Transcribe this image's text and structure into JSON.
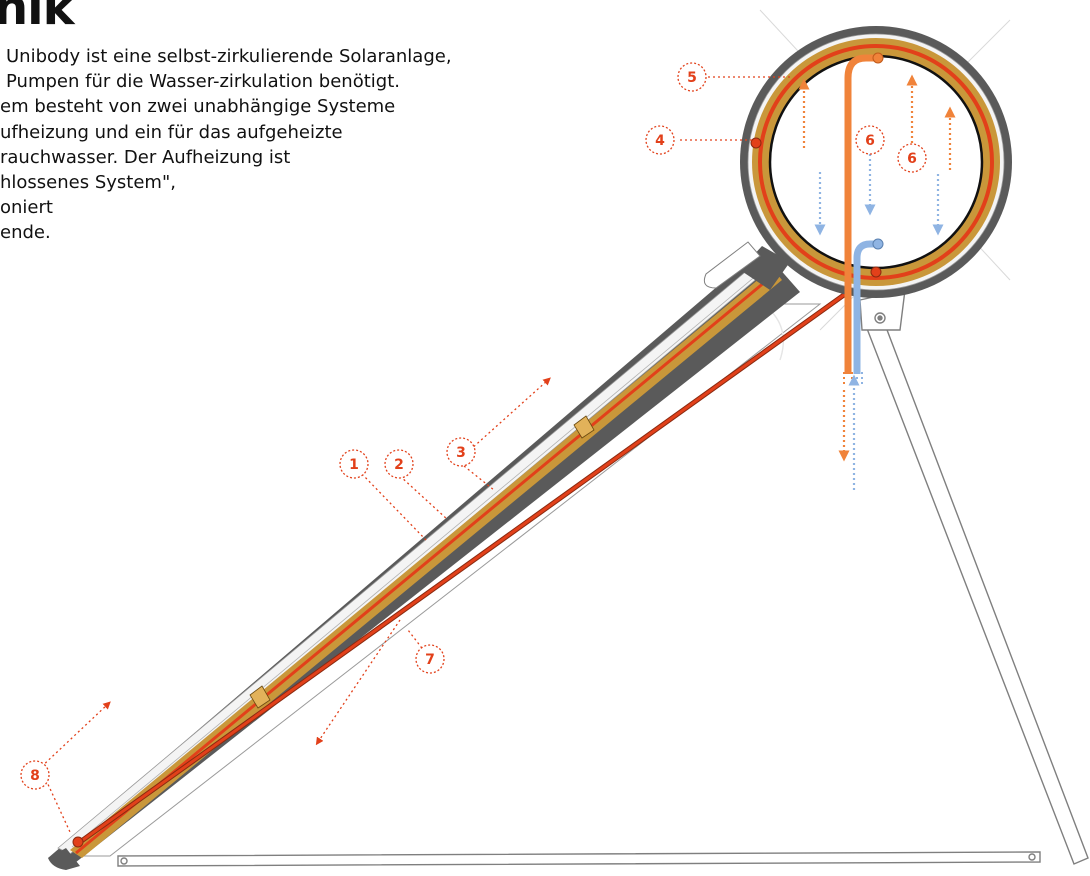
{
  "header": {
    "title": "nik"
  },
  "intro": {
    "lines": [
      "Unibody ist eine selbst-zirkulierende Solaranlage,",
      "Pumpen für die Wasser-zirkulation benötigt.",
      "em besteht von zwei unabhängige Systeme",
      "ufheizung und ein für das aufgeheizte",
      "rauchwasser. Der Aufheizung ist",
      "hlossenes System\",",
      "oniert",
      "ende."
    ]
  },
  "diagram": {
    "colors": {
      "accent": "#e2401a",
      "hot": "#f0833a",
      "cold": "#8fb4e3",
      "insulation": "#c9973a",
      "casing": "#5c5c5c",
      "frame": "#8a8a8a"
    },
    "callouts": [
      {
        "id": "1",
        "label": "1"
      },
      {
        "id": "2",
        "label": "2"
      },
      {
        "id": "3",
        "label": "3"
      },
      {
        "id": "4",
        "label": "4"
      },
      {
        "id": "5",
        "label": "5"
      },
      {
        "id": "6a",
        "label": "6"
      },
      {
        "id": "6b",
        "label": "6"
      },
      {
        "id": "7",
        "label": "7"
      },
      {
        "id": "8",
        "label": "8"
      }
    ]
  }
}
